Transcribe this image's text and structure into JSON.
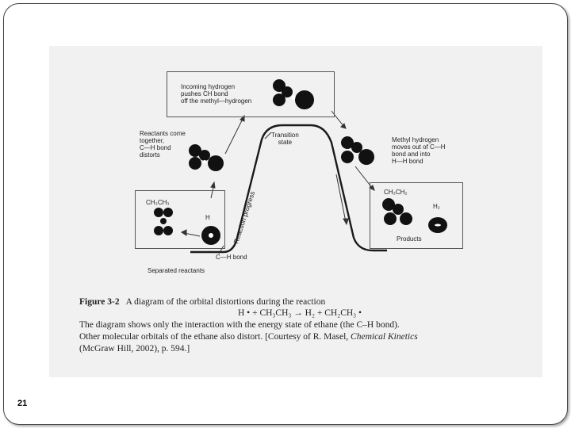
{
  "diagram": {
    "top_box_text": "Incoming hydrogen\npushes CH bond\noff the methyl—hydrogen",
    "left_note": "Reactants come\ntogether,\nC—H bond\ndistorts",
    "transition_label": "Transition\nstate",
    "right_note": "Methyl hydrogen\nmoves out of C—H\nbond and into\nH—H bond",
    "axis_label": "Reaction progress",
    "reactant_species": "CH₃CH₃",
    "h_label": "H",
    "ch_bond_label": "C—H bond",
    "separated_label": "Separated reactants",
    "product_species": "CH₃CH₂",
    "h2_label": "H₂",
    "products_label": "Products"
  },
  "caption": {
    "figure_label": "Figure 3-2",
    "title": "A diagram of the orbital distortions during the reaction",
    "equation": "H • + CH₃CH₃ → H₂ + CH₂CH₃ •",
    "line1": "The diagram shows only the interaction with the energy state of ethane (the C–H bond).",
    "line2_pre": "Other molecular orbitals of the ethane also distort. [Courtesy of R. Masel, ",
    "line2_em": "Chemical Kinetics",
    "line3": "(McGraw Hill, 2002), p. 594.]"
  },
  "page_number": "21"
}
